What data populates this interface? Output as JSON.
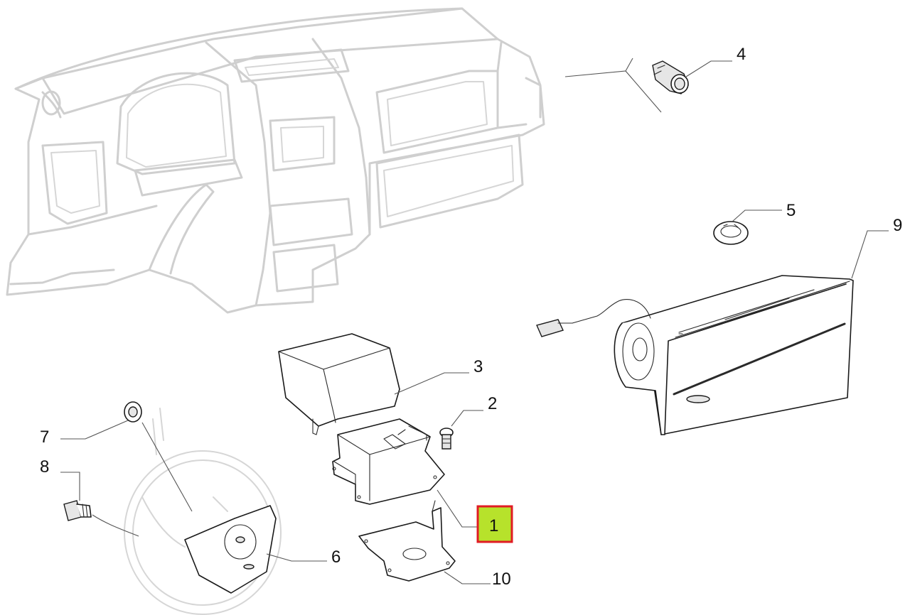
{
  "callouts": [
    {
      "id": "1",
      "label": "1",
      "highlighted": true
    },
    {
      "id": "2",
      "label": "2"
    },
    {
      "id": "3",
      "label": "3"
    },
    {
      "id": "4",
      "label": "4"
    },
    {
      "id": "5",
      "label": "5"
    },
    {
      "id": "6",
      "label": "6"
    },
    {
      "id": "7",
      "label": "7"
    },
    {
      "id": "8",
      "label": "8"
    },
    {
      "id": "9",
      "label": "9"
    },
    {
      "id": "10",
      "label": "10"
    }
  ],
  "colors": {
    "highlight_fill": "#b7e22b",
    "highlight_border": "#e01b24",
    "ghost_stroke": "#cfcfcf",
    "part_stroke": "#1a1a1a"
  }
}
